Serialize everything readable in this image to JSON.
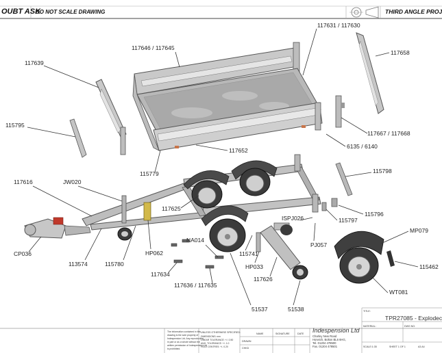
{
  "header": {
    "left_text": "OUBT ASK",
    "scale_note": "DO NOT SCALE DRAWING",
    "projection": "THIRD ANGLE PROJEC"
  },
  "parts": [
    {
      "id": "p01",
      "text": "117631 / 117630"
    },
    {
      "id": "p02",
      "text": "117646 / 117645"
    },
    {
      "id": "p03",
      "text": "117658"
    },
    {
      "id": "p04",
      "text": "117639"
    },
    {
      "id": "p05",
      "text": "115795"
    },
    {
      "id": "p06",
      "text": "117667 / 117668"
    },
    {
      "id": "p07",
      "text": "6135 / 6140"
    },
    {
      "id": "p08",
      "text": "117652"
    },
    {
      "id": "p09",
      "text": "115779"
    },
    {
      "id": "p10",
      "text": "115798"
    },
    {
      "id": "p11",
      "text": "117616"
    },
    {
      "id": "p12",
      "text": "JW020"
    },
    {
      "id": "p13",
      "text": "117625"
    },
    {
      "id": "p14",
      "text": "115796"
    },
    {
      "id": "p15",
      "text": "ISPJ026"
    },
    {
      "id": "p16",
      "text": "115797"
    },
    {
      "id": "p17",
      "text": "MP079"
    },
    {
      "id": "p18",
      "text": "CP036"
    },
    {
      "id": "p19",
      "text": "NA014"
    },
    {
      "id": "p20",
      "text": "PJ057"
    },
    {
      "id": "p21",
      "text": "113574"
    },
    {
      "id": "p22",
      "text": "115780"
    },
    {
      "id": "p23",
      "text": "HP062"
    },
    {
      "id": "p24",
      "text": "115741"
    },
    {
      "id": "p25",
      "text": "HP033"
    },
    {
      "id": "p26",
      "text": "115462"
    },
    {
      "id": "p27",
      "text": "117634"
    },
    {
      "id": "p28",
      "text": "117626"
    },
    {
      "id": "p29",
      "text": "117636 / 117635"
    },
    {
      "id": "p30",
      "text": "WT081"
    },
    {
      "id": "p31",
      "text": "51537"
    },
    {
      "id": "p32",
      "text": "51538"
    }
  ],
  "title_block": {
    "company": "Indespension Ltd",
    "address": [
      "Charley New Road",
      "Horwich, Bolton BL6 6HG,",
      "Tel. 01204 478500",
      "Fax. 01204 478501"
    ],
    "drawing_title": "TPR27085 - Explodec",
    "notes": [
      "The information contained in this",
      "drawing is the sole property of",
      "Indespension Ltd. Any reproduction",
      "in part or as a whole without the",
      "written permission of Indespension Ltd",
      "is prohibited."
    ],
    "tolerance_header": "UNLESS OTHERWISE SPECIFIED:",
    "tolerances": [
      "DIMENSIONS: mm",
      "LINEAR TOLERANCE: +/- 0.50",
      "ANG. TOLERANCE: +/- 1.0",
      "HOLE CENTRES: +/- 0.20"
    ],
    "sig_labels": [
      "DRAWN",
      "CHKD"
    ],
    "col_name": "NAME",
    "col_signature": "SIGNATURE",
    "col_date": "DATE",
    "title_label": "TITLE:",
    "material_label": "MATERIAL:",
    "dwg_label": "DWG NO.",
    "scale": "SCALE:1:35",
    "sheet": "SHEET 1 OF 1",
    "size": "A3 A4"
  }
}
